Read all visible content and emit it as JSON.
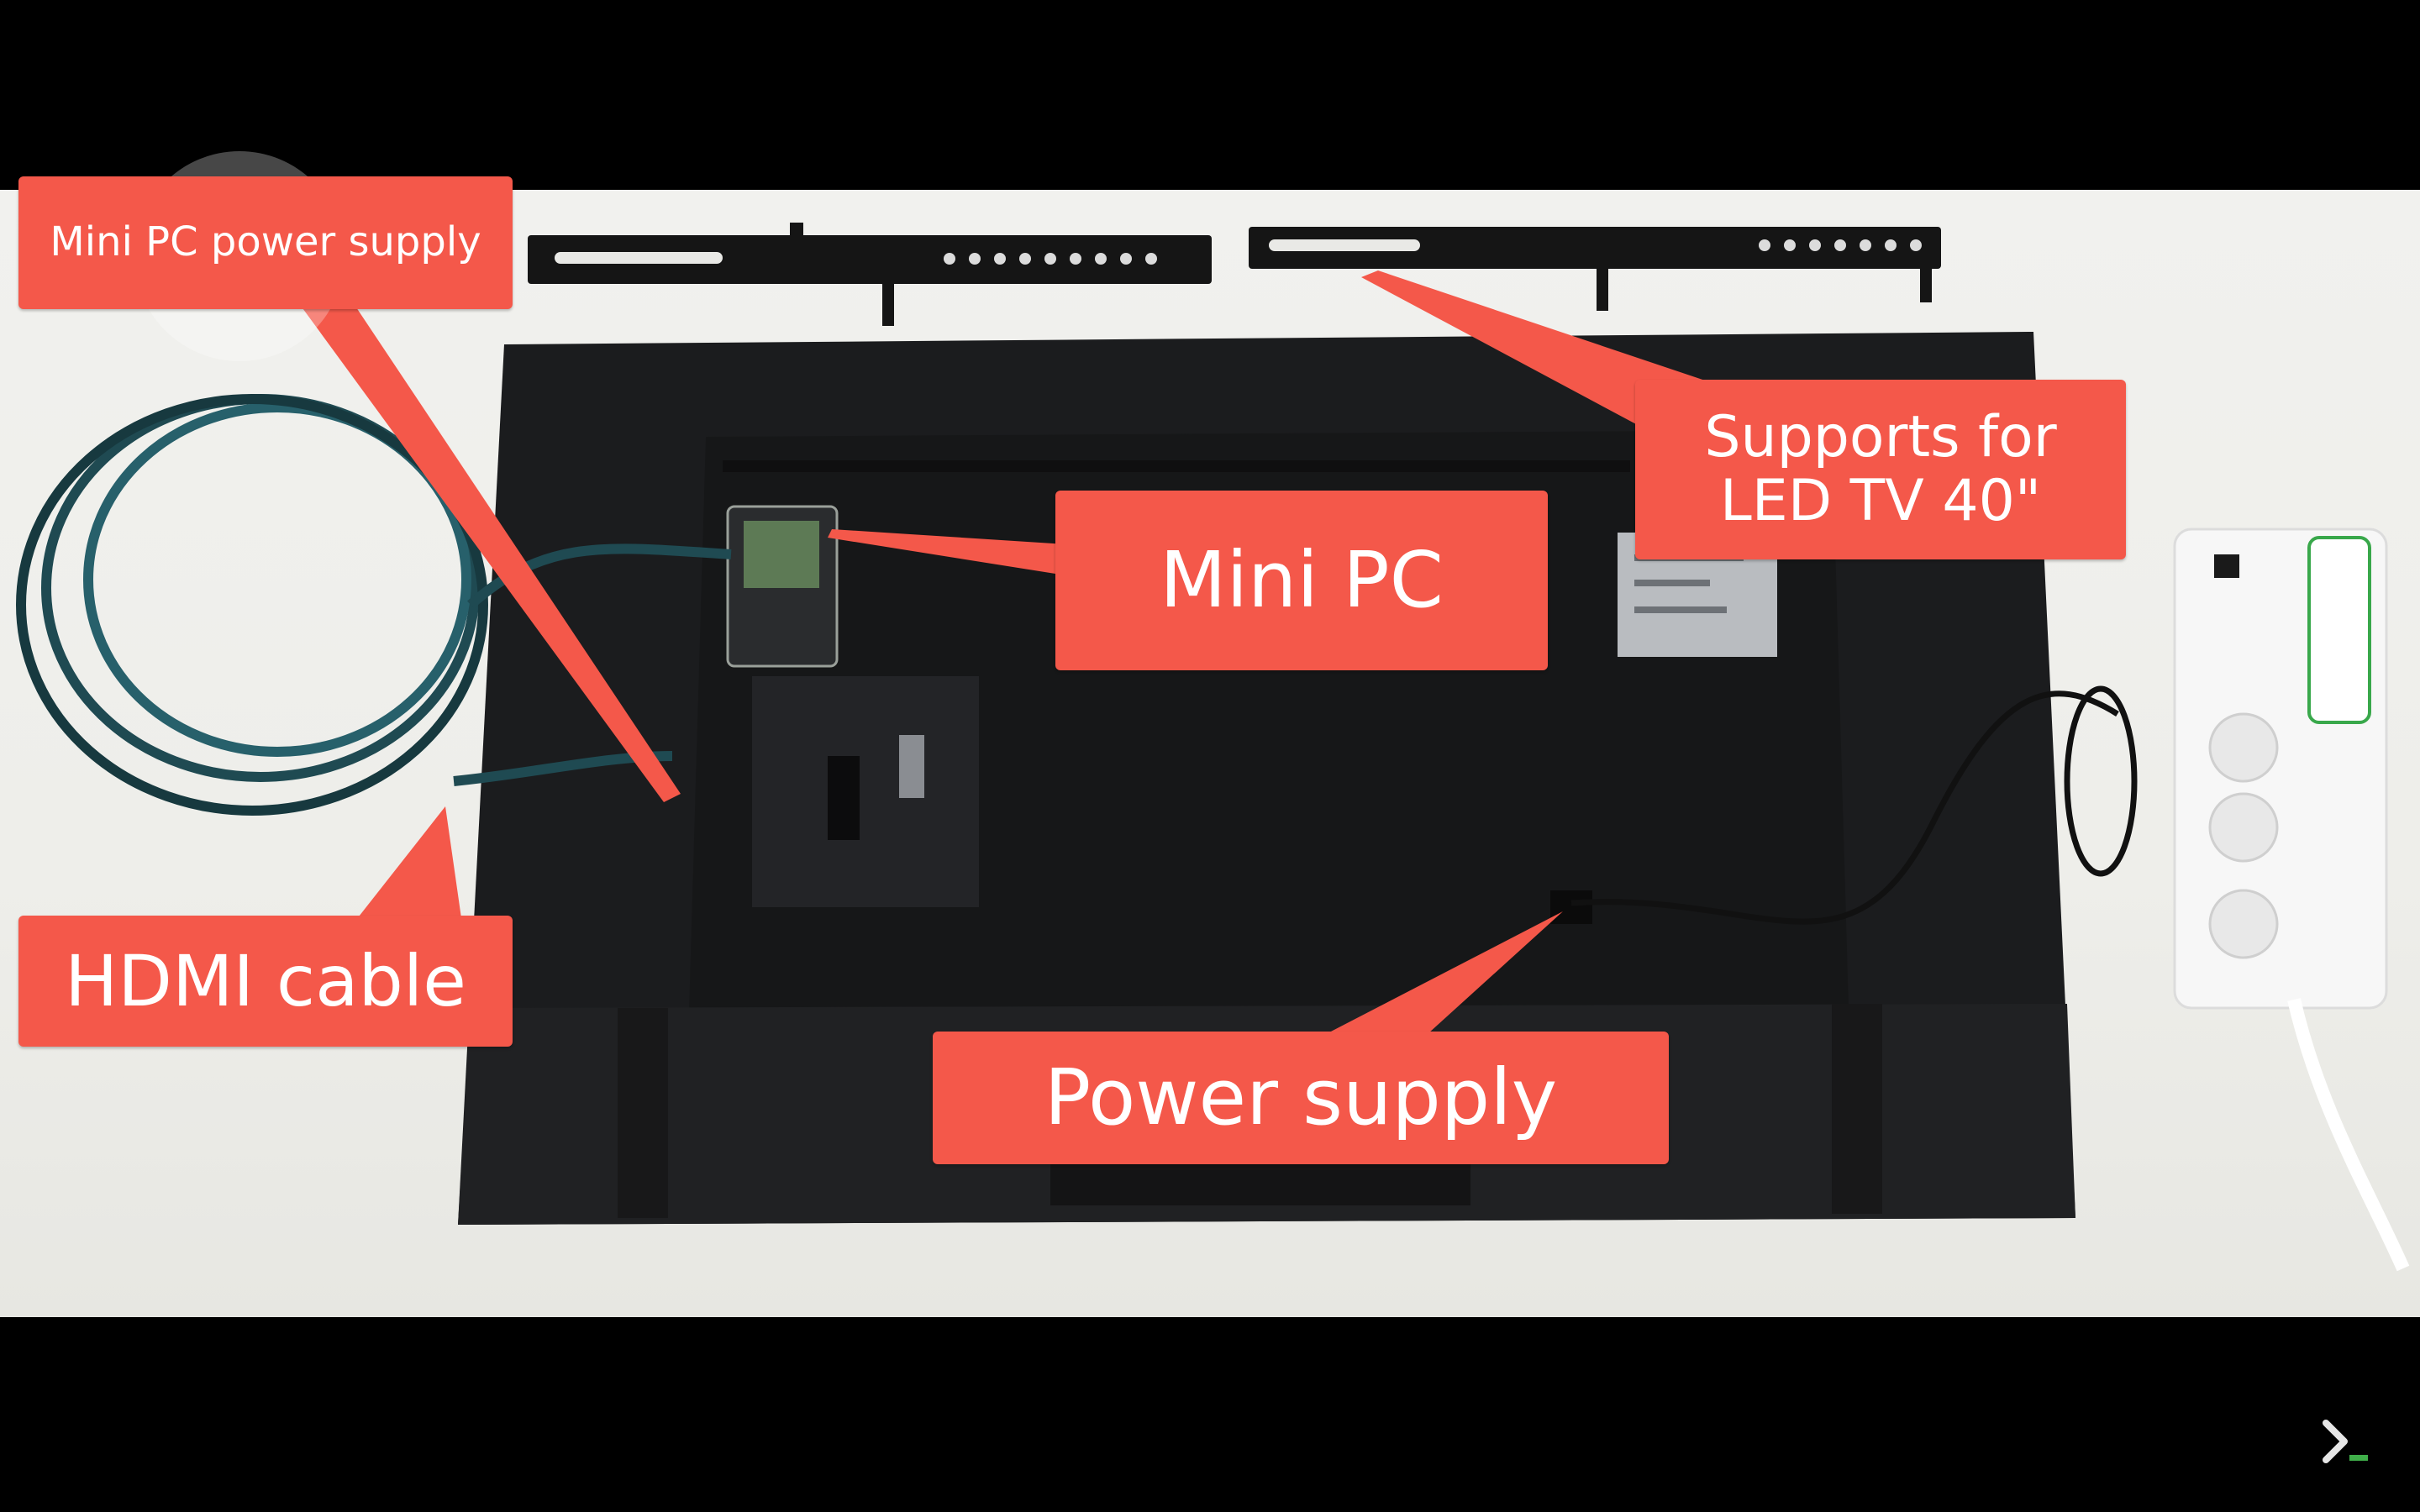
{
  "labels": {
    "mini_pc_power_supply": "Mini PC power supply",
    "supports_line1": "Supports for",
    "supports_line2": "LED TV 40\"",
    "mini_pc": "Mini PC",
    "hdmi_cable": "HDMI cable",
    "power_supply": "Power supply"
  },
  "player": {
    "next_icon": "chevron-right-icon"
  },
  "colors": {
    "label_bg": "#f4584a",
    "label_text": "#ffffff",
    "tv_body": "#1b1c1e",
    "backdrop": "#000000"
  }
}
